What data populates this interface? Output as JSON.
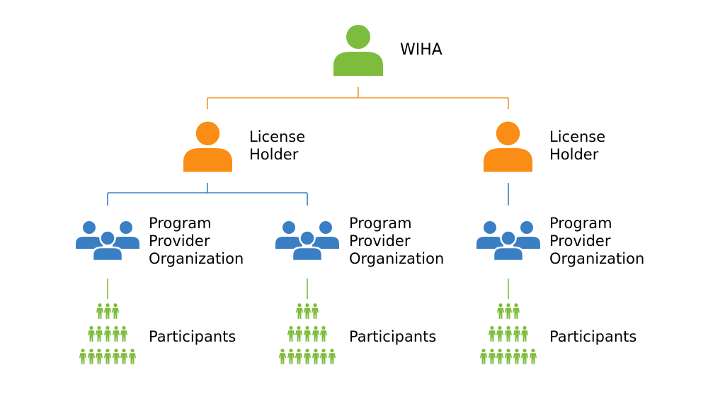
{
  "colors": {
    "top": "#7dbc3c",
    "holder": "#f98d15",
    "provider": "#3a7fc4",
    "participant": "#7dbc3c",
    "connector_top": "#f3902a",
    "connector_holder": "#3b80c2",
    "connector_provider": "#7dbc3c"
  },
  "nodes": {
    "top": {
      "label": "WIHA",
      "icon": "person-icon"
    },
    "holders": [
      {
        "line1": "License",
        "line2": "Holder",
        "icon": "person-icon"
      },
      {
        "line1": "License",
        "line2": "Holder",
        "icon": "person-icon"
      }
    ],
    "providers": [
      {
        "line1": "Program",
        "line2": "Provider",
        "line3": "Organization",
        "icon": "group-icon"
      },
      {
        "line1": "Program",
        "line2": "Provider",
        "line3": "Organization",
        "icon": "group-icon"
      },
      {
        "line1": "Program",
        "line2": "Provider",
        "line3": "Organization",
        "icon": "group-icon"
      }
    ],
    "participants": [
      {
        "label": "Participants",
        "icon": "crowd-icon"
      },
      {
        "label": "Participants",
        "icon": "crowd-icon"
      },
      {
        "label": "Participants",
        "icon": "crowd-icon"
      }
    ]
  }
}
